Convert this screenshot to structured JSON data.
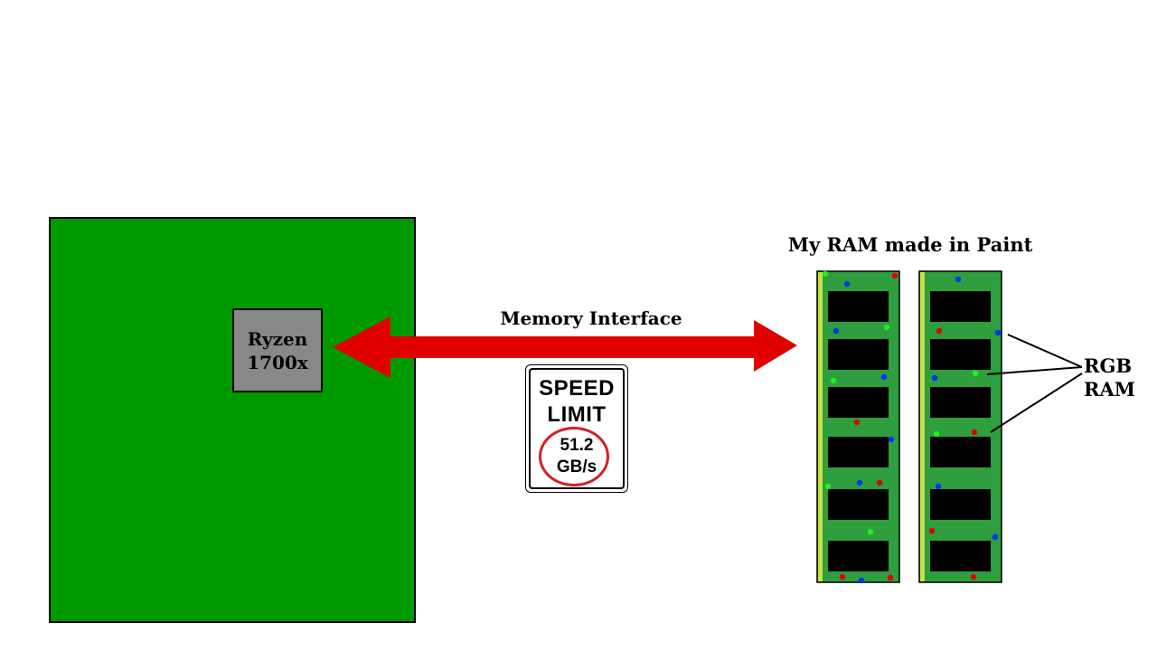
{
  "colors": {
    "board": "#009900",
    "chip": "#888888",
    "arrow": "#e00000",
    "ram_pcb": "#2e9e3e",
    "ram_edge": "#c8e040",
    "ram_chip": "#000000",
    "led_red": "#e00000",
    "led_green": "#22ee22",
    "led_blue": "#0033ee",
    "sign_circle": "#d61f26"
  },
  "cpu": {
    "line1": "Ryzen",
    "line2": "1700x"
  },
  "memory_interface": {
    "label": "Memory Interface"
  },
  "speed_sign": {
    "line1": "SPEED",
    "line2": "LIMIT",
    "value_line1": "51.2",
    "value_line2": "GB/s"
  },
  "ram": {
    "title": "My RAM made in Paint",
    "callout_line1": "RGB",
    "callout_line2": "RAM",
    "stick_count": 2,
    "chips_per_stick": 6
  }
}
